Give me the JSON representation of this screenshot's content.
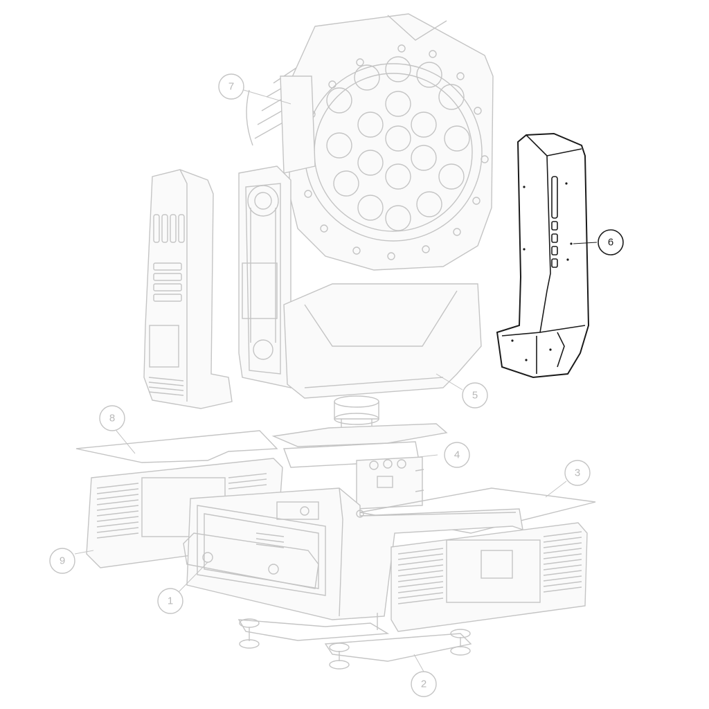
{
  "diagram": {
    "highlighted_part": "6",
    "callouts": [
      {
        "id": "callout-1",
        "label": "1",
        "highlighted": false
      },
      {
        "id": "callout-2",
        "label": "2",
        "highlighted": false
      },
      {
        "id": "callout-3",
        "label": "3",
        "highlighted": false
      },
      {
        "id": "callout-4",
        "label": "4",
        "highlighted": false
      },
      {
        "id": "callout-5",
        "label": "5",
        "highlighted": false
      },
      {
        "id": "callout-6",
        "label": "6",
        "highlighted": true
      },
      {
        "id": "callout-7",
        "label": "7",
        "highlighted": false
      },
      {
        "id": "callout-8",
        "label": "8",
        "highlighted": false
      },
      {
        "id": "callout-9",
        "label": "9",
        "highlighted": false
      }
    ]
  },
  "colors": {
    "faded_line": "#c4c4c4",
    "highlight_line": "#1a1a1a",
    "background": "#ffffff"
  }
}
